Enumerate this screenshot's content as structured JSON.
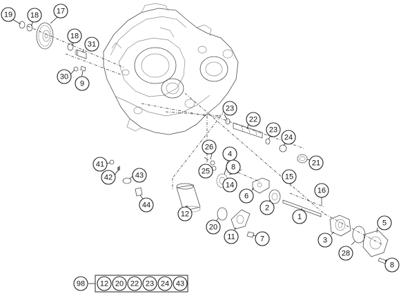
{
  "diagram": {
    "callouts": [
      {
        "id": "c19",
        "label": "19"
      },
      {
        "id": "c18a",
        "label": "18"
      },
      {
        "id": "c17",
        "label": "17"
      },
      {
        "id": "c18b",
        "label": "18"
      },
      {
        "id": "c31",
        "label": "31"
      },
      {
        "id": "c30",
        "label": "30"
      },
      {
        "id": "c9",
        "label": "9"
      },
      {
        "id": "c23a",
        "label": "23"
      },
      {
        "id": "c22",
        "label": "22"
      },
      {
        "id": "c23b",
        "label": "23"
      },
      {
        "id": "c24",
        "label": "24"
      },
      {
        "id": "c21",
        "label": "21"
      },
      {
        "id": "c26",
        "label": "26"
      },
      {
        "id": "c4",
        "label": "4"
      },
      {
        "id": "c25",
        "label": "25"
      },
      {
        "id": "c8a",
        "label": "8"
      },
      {
        "id": "c14",
        "label": "14"
      },
      {
        "id": "c6",
        "label": "6"
      },
      {
        "id": "c15",
        "label": "15"
      },
      {
        "id": "c16",
        "label": "16"
      },
      {
        "id": "c41",
        "label": "41"
      },
      {
        "id": "c42",
        "label": "42"
      },
      {
        "id": "c43",
        "label": "43"
      },
      {
        "id": "c44",
        "label": "44"
      },
      {
        "id": "c12",
        "label": "12"
      },
      {
        "id": "c2",
        "label": "2"
      },
      {
        "id": "c1",
        "label": "1"
      },
      {
        "id": "c20",
        "label": "20"
      },
      {
        "id": "c11",
        "label": "11"
      },
      {
        "id": "c7",
        "label": "7"
      },
      {
        "id": "c3",
        "label": "3"
      },
      {
        "id": "c5",
        "label": "5"
      },
      {
        "id": "c28",
        "label": "28"
      },
      {
        "id": "c8b",
        "label": "8"
      }
    ],
    "kit": {
      "label": "98",
      "items": [
        "12",
        "20",
        "22",
        "23",
        "24",
        "43"
      ]
    }
  }
}
